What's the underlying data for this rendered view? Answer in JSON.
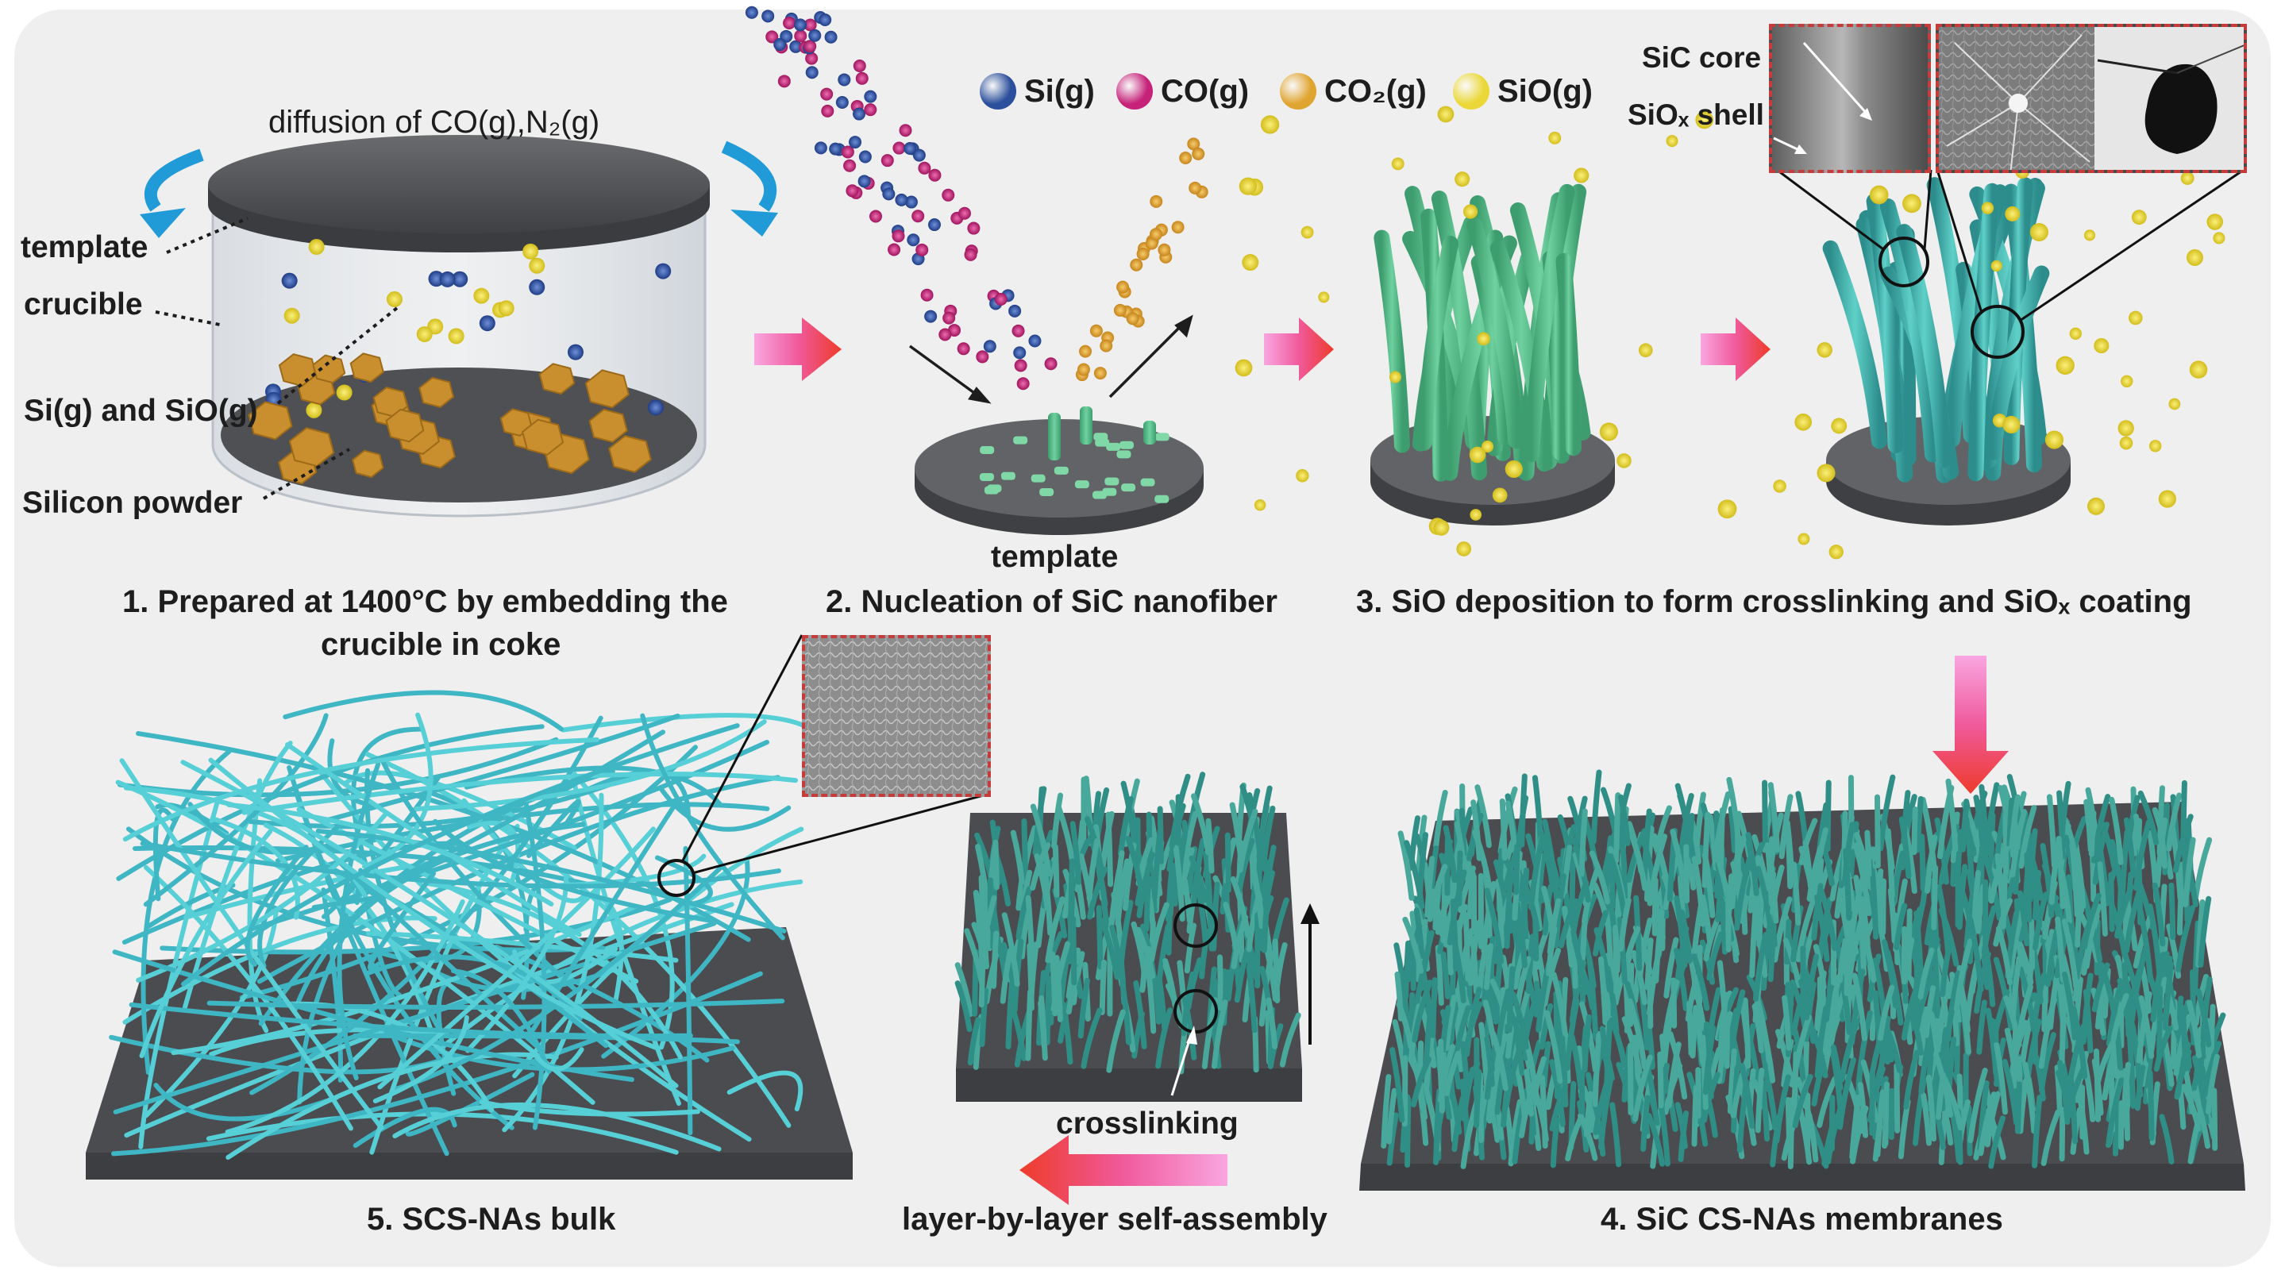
{
  "colors": {
    "panel_bg": "#efefef",
    "platform": "#555658",
    "fiber_green": "#4fb785",
    "fiber_teal": "#3aa9a8",
    "fiber_cyan": "#47c4cf",
    "si": "#2b4f9c",
    "co": "#c6227a",
    "co2": "#e0a430",
    "sio": "#ebd838",
    "arrow_red": "#ee3b2a",
    "arrow_pink": "#f25ab6",
    "inset_border": "#c63b3b",
    "rotation_arrow": "#219bd8"
  },
  "legend": [
    {
      "label": "Si(g)",
      "color": "#2b4f9c"
    },
    {
      "label": "CO(g)",
      "color": "#c6227a"
    },
    {
      "label": "CO₂(g)",
      "color": "#e0a430"
    },
    {
      "label": "SiO(g)",
      "color": "#ebd838"
    }
  ],
  "step1": {
    "diffusion_label": "diffusion of CO(g),N₂(g)",
    "template_label": "template",
    "crucible_label": "crucible",
    "gas_label": "Si(g) and SiO(g)",
    "powder_label": "Silicon powder",
    "caption_line1": "1. Prepared at 1400°C by embedding the",
    "caption_line2": "crucible in coke"
  },
  "step2": {
    "template_label": "template",
    "caption": "2. Nucleation of SiC nanofiber"
  },
  "step3": {
    "caption": "3. SiO deposition to form crosslinking and SiOₓ coating",
    "core_label": "SiC core",
    "shell_label": "SiOₓ shell"
  },
  "step4": {
    "caption": "4. SiC CS-NAs membranes"
  },
  "step5": {
    "caption": "5. SCS-NAs bulk"
  },
  "assembly": {
    "crosslinking_label": "crosslinking",
    "caption": "layer-by-layer self-assembly"
  }
}
